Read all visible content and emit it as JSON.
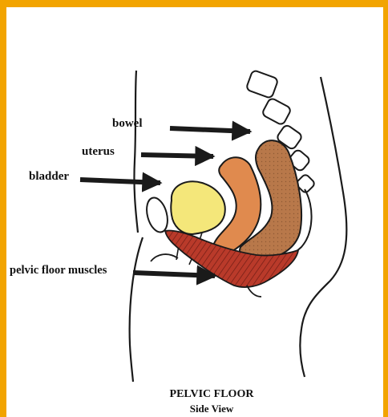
{
  "labels": {
    "bowel": "bowel",
    "uterus": "uterus",
    "bladder": "bladder",
    "pelvic_floor_muscles": "pelvic floor muscles"
  },
  "caption": {
    "title": "PELVIC FLOOR",
    "subtitle": "Side View"
  },
  "colors": {
    "frame": "#f2a400",
    "bladder": "#f4e77a",
    "uterus": "#e08a4e",
    "bowel": "#b8784a",
    "muscles": "#b93a2a",
    "outline": "#1a1a1a"
  }
}
